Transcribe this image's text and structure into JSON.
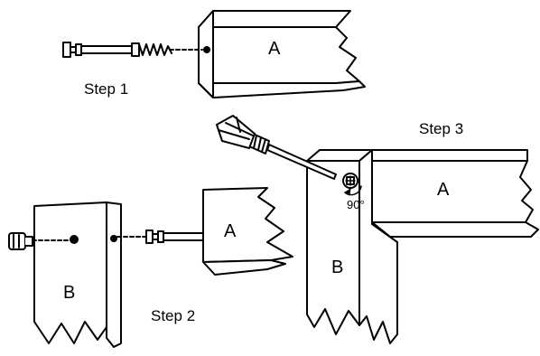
{
  "steps": {
    "step1": "Step 1",
    "step2": "Step 2",
    "step3": "Step 3"
  },
  "parts": {
    "a": "A",
    "b": "B"
  },
  "rotation": "90°",
  "icons": [
    "cam-bolt-icon",
    "cam-lock-icon",
    "screwdriver-icon",
    "rotate-arrow-icon"
  ]
}
